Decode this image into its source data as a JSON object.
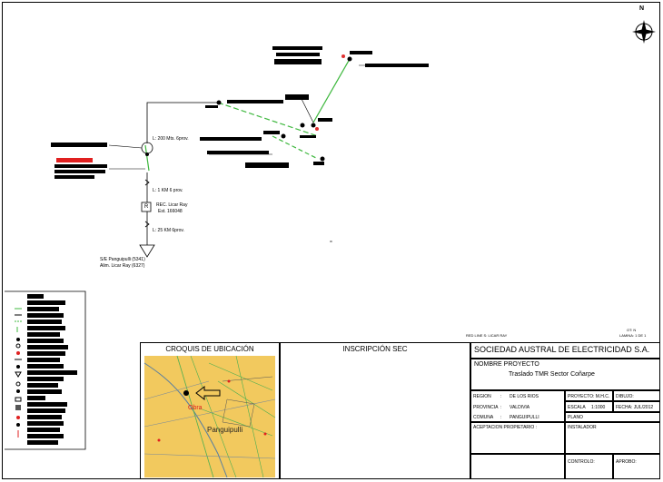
{
  "north_label": "N",
  "diagram": {
    "span_top": "L: 200 Mts. 6prov.",
    "span_mid": "L: 1 KM 6 prov.",
    "recloser_code": "R",
    "recloser_label_1": "REC. Licar Ray",
    "recloser_label_2": "Est. 166048",
    "span_bottom": "L: 25 KM 6prov.",
    "substation_label_1": "S/E Panguipulli (5341)",
    "substation_label_2": "Alim. Licar Ray (6327)",
    "red_line_label": "RED LINE S: LICAR RAY",
    "ot_label": "OT: N",
    "lamina_label": "LAMINA: 1 DE 1"
  },
  "title_block": {
    "croquis_title": "CROQUIS DE UBICACIÓN",
    "inscripcion_title": "INSCRIPCIÓN SEC",
    "company": "SOCIEDAD AUSTRAL DE ELECTRICIDAD S.A.",
    "project_name_label": "NOMBRE PROYECTO",
    "project_name": "Traslado TMR Sector Coñarpe",
    "map_obra": "Obra",
    "map_city": "Panguipulli",
    "region_label": "REGION",
    "region_value": "DE LOS RIOS",
    "provincia_label": "PROVINCIA",
    "provincia_value": "VALDIVIA",
    "comuna_label": "COMUNA",
    "comuna_value": "PANGUIPULLI",
    "sep": ":",
    "proyecto_label": "PROYECTO: M.H.C.",
    "dibujo_label": "DIBUJO:",
    "escala_label": "ESCALA",
    "escala_value": "1:1000",
    "fecha_label": "FECHA: JUL/2012",
    "plano_label": "PLANO",
    "aceptacion_label": "ACEPTACION PROPIETARIO :",
    "instalador_label": "INSTALADOR",
    "controlo_label": "CONTROLO:",
    "aprobo_label": "APROBO:"
  }
}
